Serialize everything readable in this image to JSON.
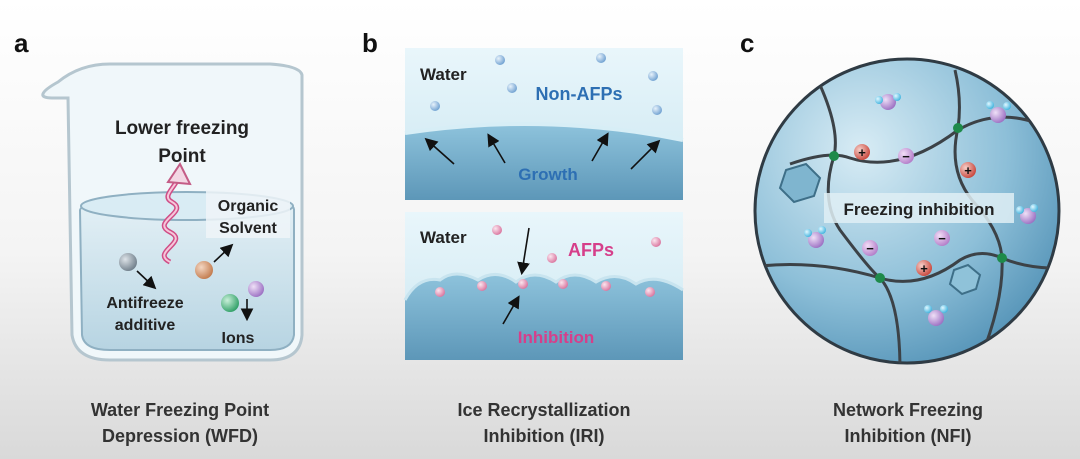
{
  "panel_a": {
    "letter": "a",
    "title_line1": "Lower freezing",
    "title_line2": "Point",
    "solvent_line1": "Organic",
    "solvent_line2": "Solvent",
    "additive_line1": "Antifreeze",
    "additive_line2": "additive",
    "ions": "Ions",
    "caption_line1": "Water Freezing Point",
    "caption_line2": "Depression (WFD)"
  },
  "panel_b": {
    "letter": "b",
    "top_water": "Water",
    "top_label": "Non-AFPs",
    "top_growth": "Growth",
    "bottom_water": "Water",
    "bottom_label": "AFPs",
    "bottom_inhibition": "Inhibition",
    "caption_line1": "Ice Recrystallization",
    "caption_line2": "Inhibition (IRI)"
  },
  "panel_c": {
    "letter": "c",
    "center_label": "Freezing inhibition",
    "plus": "+",
    "minus": "−",
    "caption_line1": "Network Freezing",
    "caption_line2": "Inhibition (NFI)"
  },
  "colors": {
    "label_text": "#222222",
    "blue_label": "#2d6fb3",
    "pink_label": "#d63f8a",
    "ice_top": "#b7dbe6",
    "ice_bottom": "#5d9bbd",
    "network_node": "#1e8a4a"
  }
}
